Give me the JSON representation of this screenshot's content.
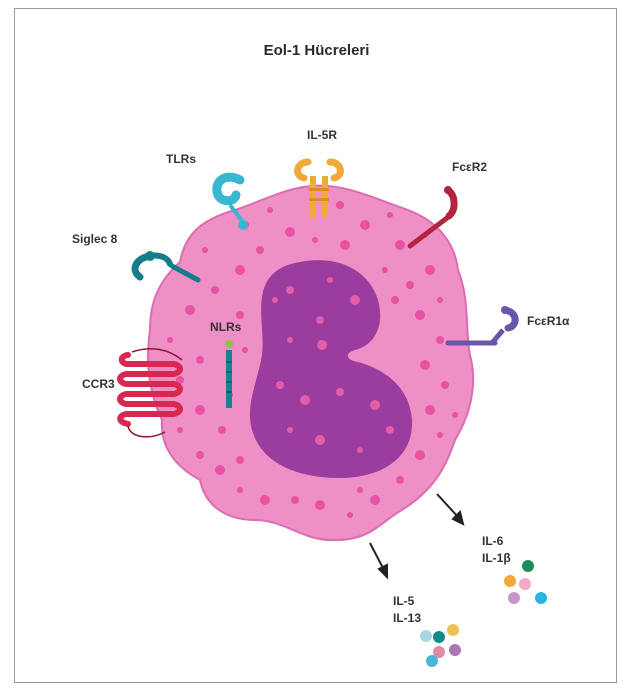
{
  "title": "Eol-1 Hücreleri",
  "receptors": {
    "il5r": "IL-5R",
    "tlrs": "TLRs",
    "fcer2": "FcεR2",
    "siglec8": "Siglec 8",
    "fcer1a": "FcεR1α",
    "nlrs": "NLRs",
    "ccr3": "CCR3"
  },
  "secreted": {
    "group1": [
      "IL-6",
      "IL-1β"
    ],
    "group2": [
      "IL-5",
      "IL-13"
    ]
  },
  "colors": {
    "cytoplasm": "#ee8fc6",
    "cytoplasm_edge": "#dc6db0",
    "nucleus": "#9b3d9f",
    "granule": "#e8479f",
    "il5r": "#f2a93b",
    "tlr": "#3ab7d0",
    "fcer2": "#b3253f",
    "siglec8": "#167c8a",
    "fcer1a": "#6a55a8",
    "nlr": "#1b7f8f",
    "ccr3": "#d8284f"
  }
}
